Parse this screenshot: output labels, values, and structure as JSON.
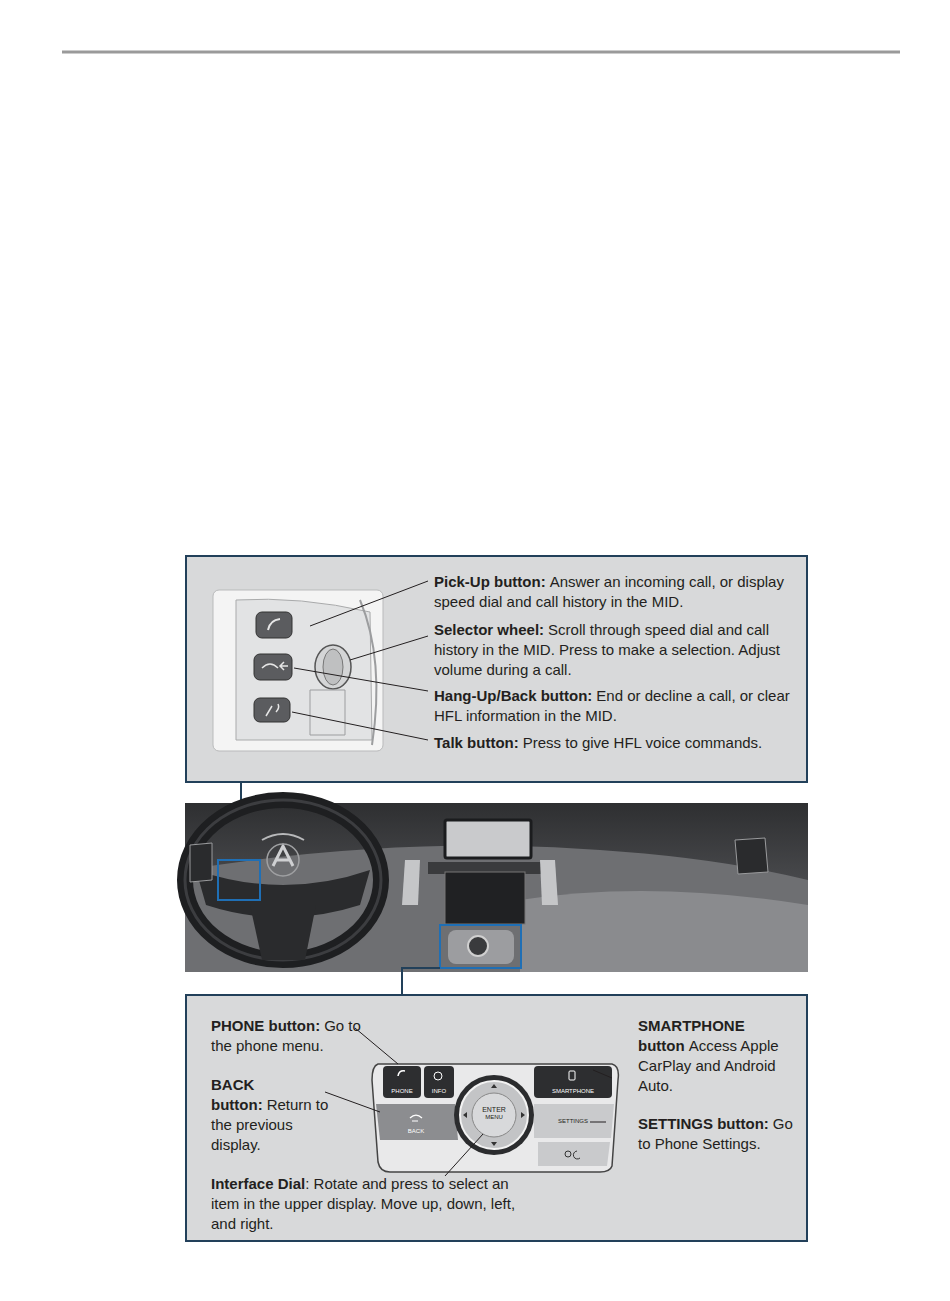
{
  "diagram": {
    "nodes": [
      {
        "text": [
          "Pick-Up button:",
          "Answer an incoming call, or display speed dial and call history in the MID.",
          "Selector wheel:",
          "Scroll through speed dial and call history in the MID. Press to make a selection. Adjust volume during a call.",
          "Hang-Up/Back button:",
          "End or decline a call, or clear HFL information in the MID.",
          "Talk button:",
          "Press to give HFL voice commands."
        ]
      },
      {
        "text": [
          "PHONE button:",
          "Go to the phone menu.",
          "BACK button:",
          "Return to the previous display.",
          "Interface Dial",
          ": Rotate and press to select an item in the upper display. Move up, down, left, and right.",
          "SMARTPHONE button",
          "Access Apple CarPlay and Android Auto.",
          "SETTINGS button:",
          "Go to Phone Settings."
        ]
      }
    ],
    "labels": [
      "PHONE",
      "INFO",
      "SMARTPHONE",
      "ENTER",
      "MENU",
      "BACK",
      "SETTINGS"
    ]
  }
}
